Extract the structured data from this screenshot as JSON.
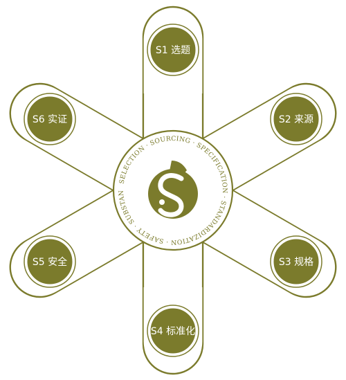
{
  "colors": {
    "accent": "#7b7b2c",
    "node_fill": "#7b7b2c",
    "outline": "#7b7b2c",
    "background": "#ffffff"
  },
  "nodes": [
    {
      "id": "s1",
      "label": "S1 选题"
    },
    {
      "id": "s2",
      "label": "S2 来源"
    },
    {
      "id": "s3",
      "label": "S3 规格"
    },
    {
      "id": "s4",
      "label": "S4 标准化"
    },
    {
      "id": "s5",
      "label": "S5 安全"
    },
    {
      "id": "s6",
      "label": "S6 实证"
    }
  ],
  "ring_text": "SELECTION · SOURCING · SPECIFICATION · STANDARDIZATION · SAFETY · SUBSTANTIATION ·",
  "logo": {
    "glyph": "S",
    "icon": "6s-logo-icon"
  }
}
